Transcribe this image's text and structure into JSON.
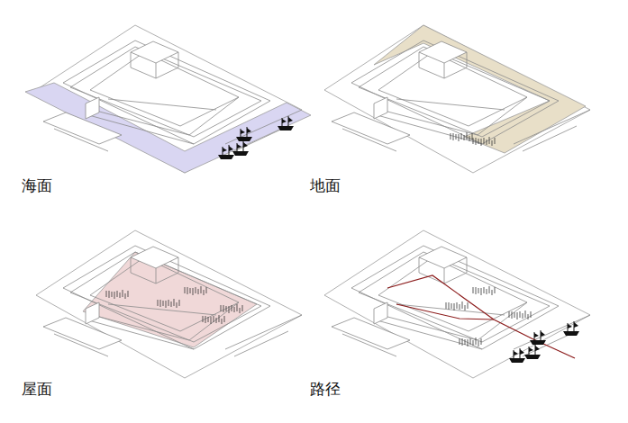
{
  "diagram": {
    "labels": [
      "海面",
      "地面",
      "屋面",
      "路径"
    ]
  }
}
